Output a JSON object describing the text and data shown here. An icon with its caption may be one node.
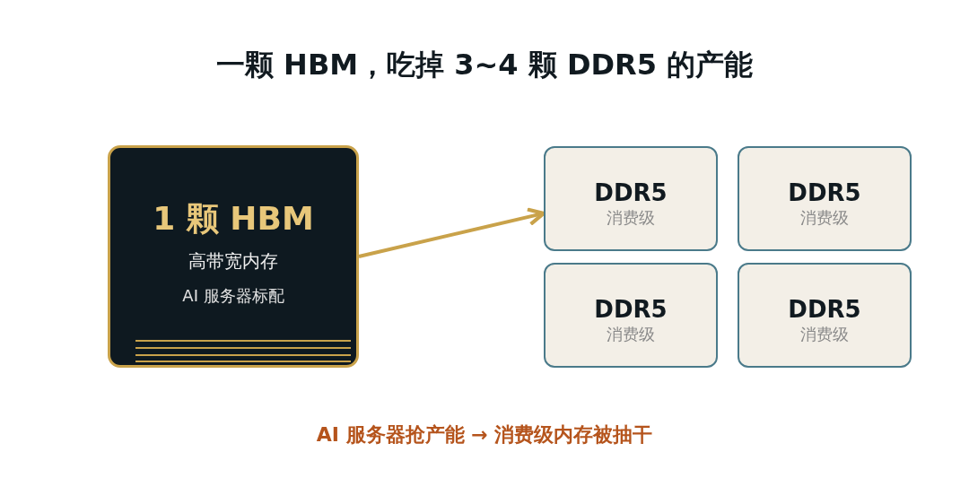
{
  "diagram": {
    "title": "一颗 HBM，吃掉 3~4 颗 DDR5 的产能",
    "nodes": [
      {
        "text": [
          "1 颗 HBM",
          "高带宽内存",
          "AI 服务器标配"
        ]
      },
      {
        "text": [
          "DDR5",
          "消费级"
        ]
      },
      {
        "text": [
          "DDR5",
          "消费级"
        ]
      },
      {
        "text": [
          "DDR5",
          "消费级"
        ]
      },
      {
        "text": [
          "DDR5",
          "消费级"
        ]
      }
    ],
    "edges": [
      {
        "from": 0,
        "to": 1,
        "arrow": "to"
      }
    ],
    "labels": [
      "AI 服务器抢产能 → 消费级内存被抽干"
    ]
  }
}
